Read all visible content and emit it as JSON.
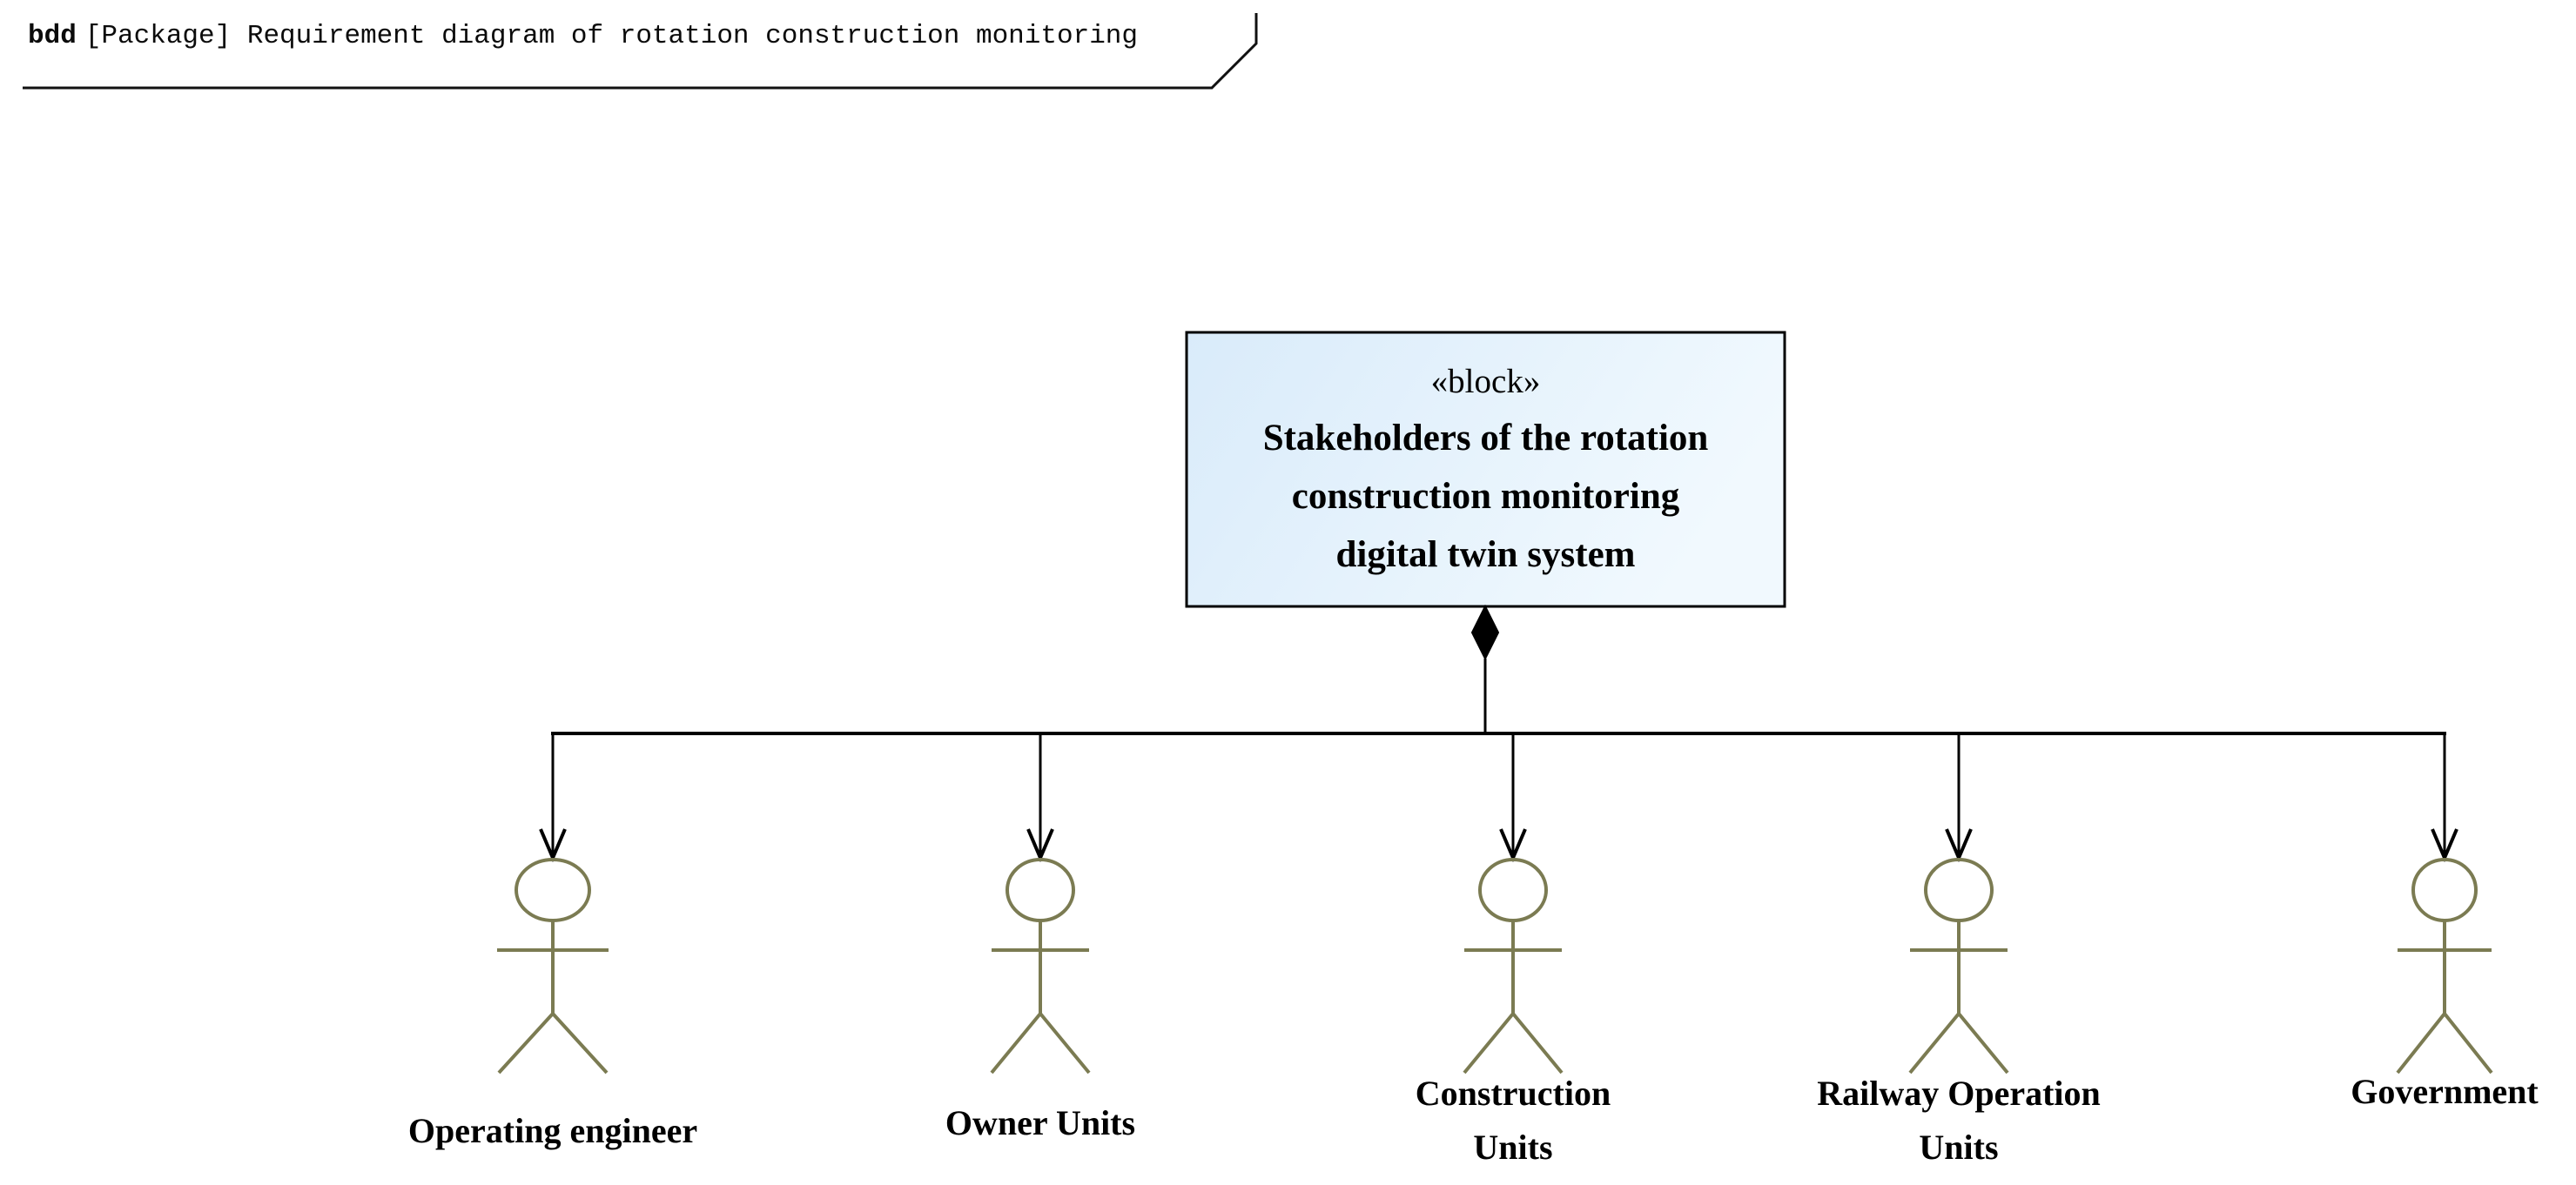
{
  "frame": {
    "keyword": "bdd",
    "title": "[Package] Requirement diagram of rotation construction monitoring"
  },
  "block": {
    "stereotype": "«block»",
    "name_line1": "Stakeholders of the rotation",
    "name_line2": "construction monitoring",
    "name_line3": "digital twin system",
    "fill_start": "#d9ebfa",
    "fill_end": "#f1f9fe",
    "border_color": "#000000"
  },
  "actors": [
    {
      "label": "Operating engineer"
    },
    {
      "label": "Owner Units"
    },
    {
      "label": "Construction Units"
    },
    {
      "label": "Railway Operation Units"
    },
    {
      "label": "Government"
    }
  ],
  "relationship": {
    "type": "composition",
    "from": "block",
    "to": "all actors"
  },
  "icons": {
    "actor": "stick-figure-icon",
    "composition": "filled-diamond-icon",
    "arrowhead": "open-arrowhead-icon"
  },
  "colors": {
    "actor_stroke": "#7b7b52",
    "line": "#000000",
    "background": "#ffffff"
  }
}
